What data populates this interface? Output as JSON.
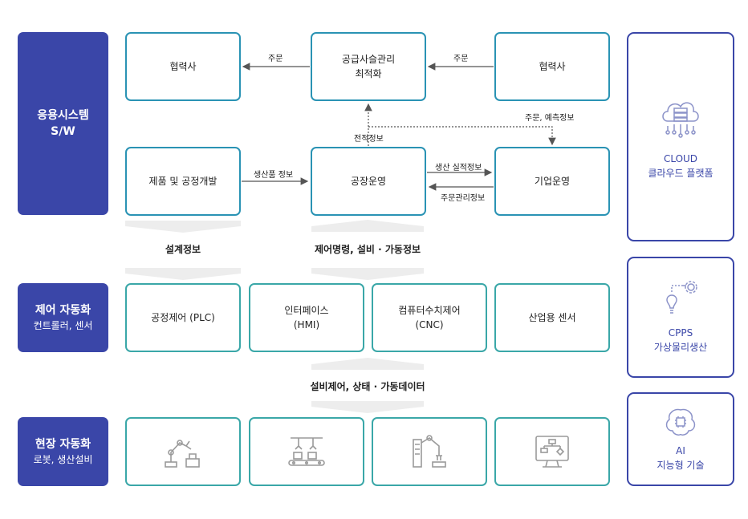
{
  "rows": {
    "app": {
      "title": "응용시스템",
      "subtitle": "S/W"
    },
    "control": {
      "title": "제어 자동화",
      "subtitle": "컨트롤러, 센서"
    },
    "field": {
      "title": "현장 자동화",
      "subtitle": "로봇, 생산설비"
    }
  },
  "app_boxes": {
    "partner_left": "협력사",
    "scm_line1": "공급사슬관리",
    "scm_line2": "최적화",
    "partner_right": "협력사",
    "product_dev": "제품 및 공정개발",
    "factory_ops": "공장운영",
    "enterprise_ops": "기업운영"
  },
  "arrow_labels": {
    "order_left": "주문",
    "order_right": "주문",
    "order_forecast": "주문, 예측정보",
    "performance_info": "전적정보",
    "production_info": "생산품 정보",
    "production_results": "생산 실적정보",
    "order_management": "주문관리정보"
  },
  "flow_labels": {
    "design_info": "설계정보",
    "control_commands": "제어명령, 설비 · 가동정보",
    "equipment_data": "설비제어, 상태 · 가동데이터"
  },
  "control_boxes": {
    "plc": "공정제어 (PLC)",
    "hmi_line1": "인터페이스",
    "hmi_line2": "(HMI)",
    "cnc_line1": "컴퓨터수치제어",
    "cnc_line2": "(CNC)",
    "sensor": "산업용 센서"
  },
  "field_icons": [
    "robot-arm-icon",
    "assembly-line-icon",
    "robotic-machine-icon",
    "monitor-flowchart-icon"
  ],
  "side_panels": {
    "cloud": {
      "title": "CLOUD",
      "subtitle": "클라우드 플랫폼"
    },
    "cpps": {
      "title": "CPPS",
      "subtitle": "가상물리생산"
    },
    "ai": {
      "title": "AI",
      "subtitle": "지능형 기술"
    }
  },
  "colors": {
    "navy": "#3a46a8",
    "teal_border": "#2a93b4",
    "icon_gray": "#9a9a9a",
    "arrow": "#555555",
    "chevron": "#e6e6e6"
  }
}
